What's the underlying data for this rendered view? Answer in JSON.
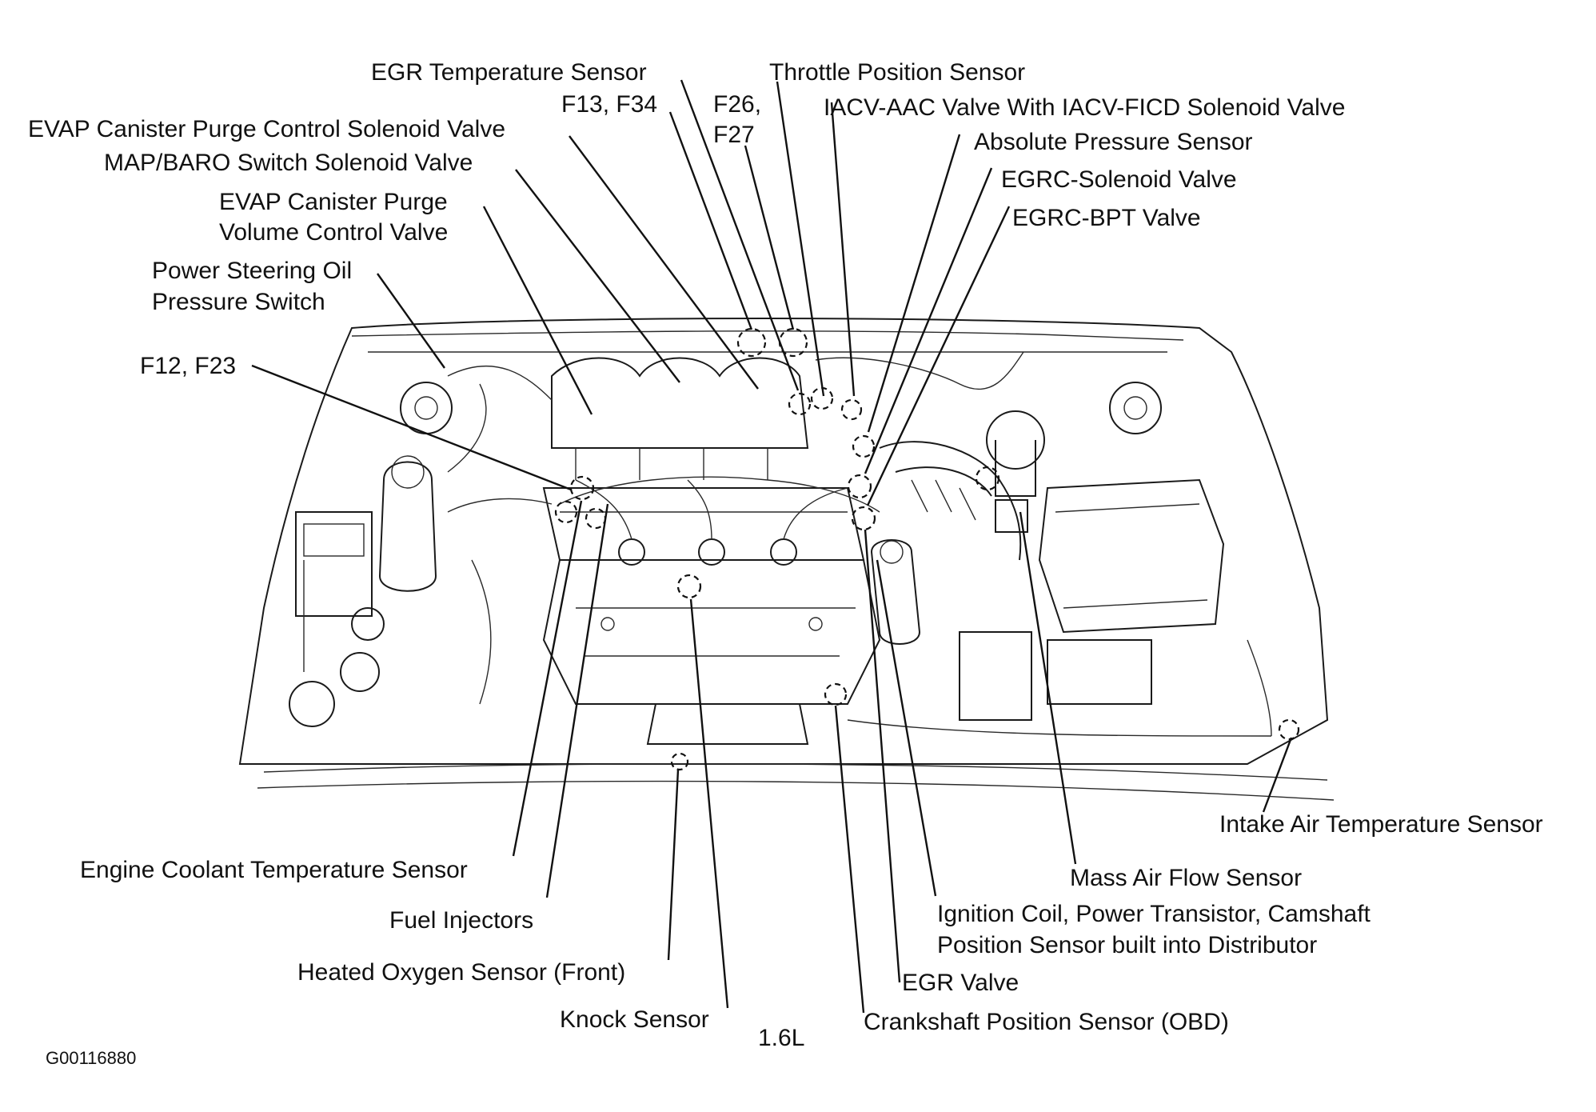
{
  "diagram": {
    "labels": {
      "egr_temperature_sensor": "EGR Temperature Sensor",
      "throttle_position_sensor": "Throttle Position Sensor",
      "f13_f34": "F13, F34",
      "f26": "F26,",
      "f27": "F27",
      "iacv_aac_valve": "IACV-AAC Valve With IACV-FICD Solenoid Valve",
      "evap_purge_control_solenoid": "EVAP Canister Purge Control Solenoid Valve",
      "absolute_pressure_sensor": "Absolute Pressure Sensor",
      "map_baro_switch": "MAP/BARO Switch Solenoid Valve",
      "egrc_solenoid_valve": "EGRC-Solenoid Valve",
      "evap_purge_volume_line1": "EVAP Canister Purge",
      "evap_purge_volume_line2": "Volume Control Valve",
      "egrc_bpt_valve": "EGRC-BPT Valve",
      "power_steering_line1": "Power Steering Oil",
      "power_steering_line2": "Pressure Switch",
      "f12_f23": "F12, F23",
      "intake_air_temp_sensor": "Intake Air Temperature Sensor",
      "engine_coolant_temp_sensor": "Engine Coolant Temperature Sensor",
      "mass_air_flow_sensor": "Mass Air Flow Sensor",
      "fuel_injectors": "Fuel Injectors",
      "ignition_coil_line1": "Ignition Coil, Power Transistor, Camshaft",
      "ignition_coil_line2": "Position Sensor built into Distributor",
      "heated_oxygen_sensor": "Heated Oxygen Sensor (Front)",
      "egr_valve": "EGR Valve",
      "knock_sensor": "Knock Sensor",
      "crankshaft_position_sensor": "Crankshaft Position Sensor (OBD)",
      "engine_size": "1.6L",
      "figure_code": "G00116880"
    }
  }
}
